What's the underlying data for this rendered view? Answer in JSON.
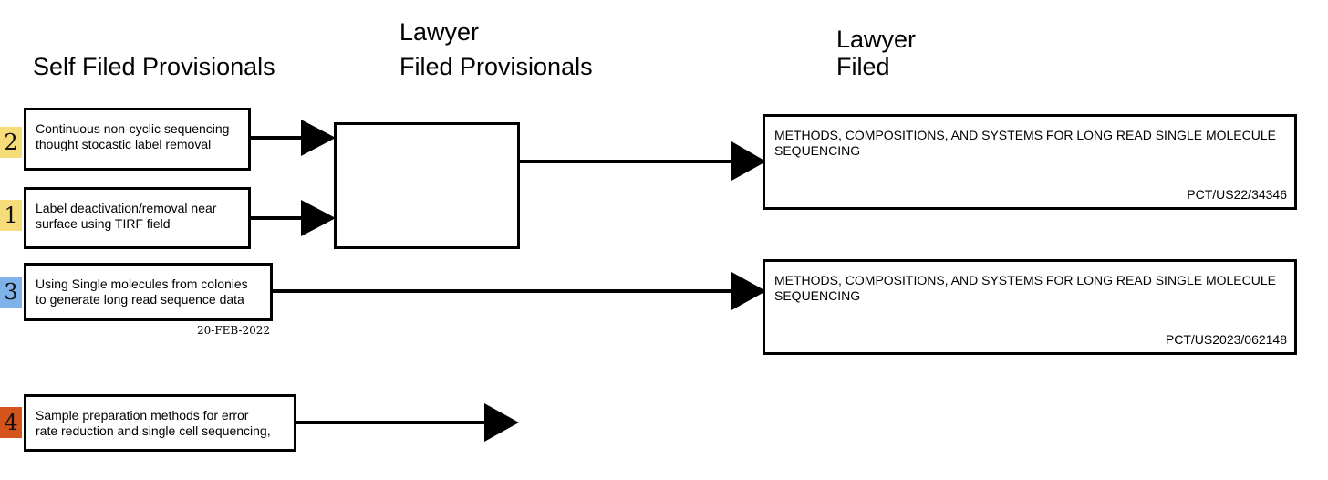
{
  "headers": {
    "self_filed": "Self Filed Provisionals",
    "lawyer_provisionals_line1": "Lawyer",
    "lawyer_provisionals_line2": "Filed Provisionals",
    "lawyer_filed_line1": "Lawyer",
    "lawyer_filed_line2": "Filed"
  },
  "provisionals": [
    {
      "badge": "2",
      "badge_color": "#f7dc7a",
      "line1": "Continuous non-cyclic sequencing",
      "line2": "thought stocastic label removal"
    },
    {
      "badge": "1",
      "badge_color": "#f7dc7a",
      "line1": "Label deactivation/removal near",
      "line2": "surface using TIRF field"
    },
    {
      "badge": "3",
      "badge_color": "#7fb2e8",
      "line1": "Using Single molecules from colonies",
      "line2": "to generate long read sequence data",
      "date": "20-FEB-2022"
    },
    {
      "badge": "4",
      "badge_color": "#d4541c",
      "line1": "Sample preparation methods for error",
      "line2": "rate reduction and single cell sequencing,"
    }
  ],
  "lawyer_filed": [
    {
      "title": "METHODS, COMPOSITIONS, AND SYSTEMS FOR LONG READ SINGLE MOLECULE SEQUENCING",
      "number": "PCT/US22/34346"
    },
    {
      "title": "METHODS, COMPOSITIONS, AND SYSTEMS FOR LONG READ SINGLE MOLECULE SEQUENCING",
      "number": "PCT/US2023/062148"
    }
  ]
}
